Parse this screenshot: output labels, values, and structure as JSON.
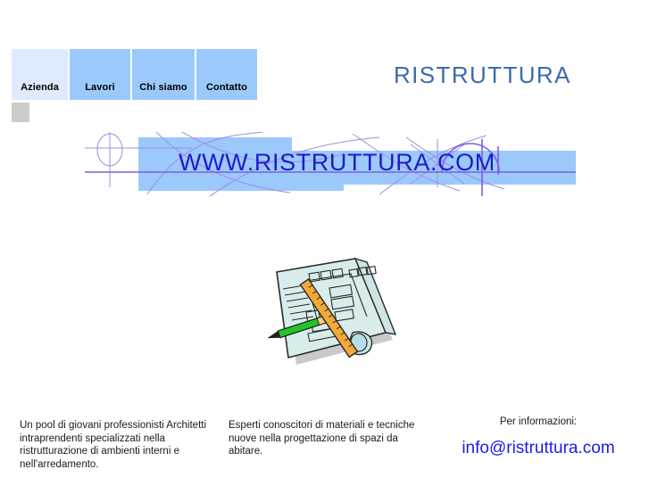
{
  "nav": {
    "items": [
      {
        "label": "Azienda",
        "active": true
      },
      {
        "label": "Lavori",
        "active": false
      },
      {
        "label": "Chi siamo",
        "active": false
      },
      {
        "label": "Contatto",
        "active": false
      }
    ]
  },
  "header": {
    "title": "RISTRUTTURA",
    "title_color": "#3d6bab"
  },
  "banner": {
    "url_text": "WWW.RISTRUTTURA.COM",
    "url_color": "#1c1cc8",
    "block_color": "#9cc9fb",
    "line_color": "#8a6fe0"
  },
  "clipart": {
    "name": "blueprint-ruler-pencil-illustration",
    "paper_color": "#d8eaea",
    "ruler_color": "#f2a93b",
    "pencil_color": "#22c52a"
  },
  "footer": {
    "column_left": "Un pool di giovani professionisti Architetti intraprendenti specializzati nella ristrutturazione di ambienti interni e nell'arredamento.",
    "column_middle": "Esperti conoscitori di materiali e tecniche nuove nella progettazione di spazi da abitare.",
    "info_label": "Per informazioni:",
    "email": "info@ristruttura.com",
    "email_color": "#1a1af0"
  }
}
